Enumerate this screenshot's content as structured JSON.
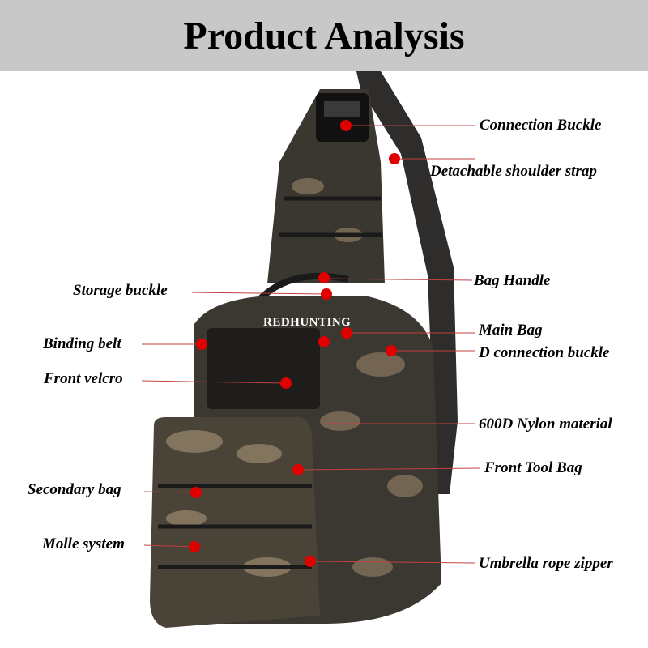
{
  "header": {
    "title": "Product Analysis"
  },
  "brand": "REDHUNTING",
  "colors": {
    "header_bg": "#c8c8c8",
    "dot": "#e00000",
    "line": "#c04040",
    "bag_dark": "#2b2a28",
    "camo_light": "#8a7a62"
  },
  "labels": {
    "connection_buckle": "Connection Buckle",
    "shoulder_strap": "Detachable shoulder strap",
    "bag_handle": "Bag Handle",
    "storage_buckle": "Storage buckle",
    "main_bag": "Main Bag",
    "d_buckle": "D connection buckle",
    "binding_belt": "Binding belt",
    "front_velcro": "Front velcro",
    "nylon": "600D Nylon material",
    "front_tool_bag": "Front Tool Bag",
    "secondary_bag": "Secondary bag",
    "molle": "Molle system",
    "umbrella_zipper": "Umbrella rope zipper"
  }
}
